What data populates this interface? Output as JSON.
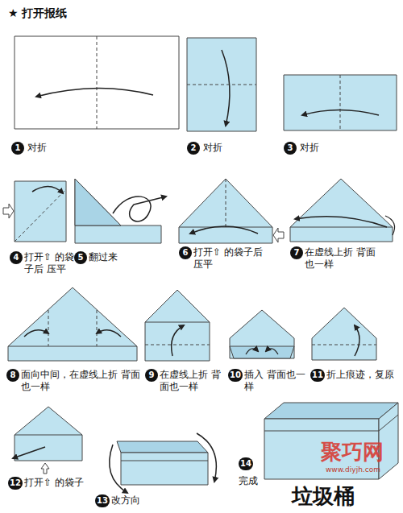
{
  "diagram": {
    "labels": [
      "★ 打开报纸",
      "1",
      "对折",
      "2",
      "对折",
      "3",
      "对折",
      "4",
      "打开⇧ 的袋子后 压平",
      "5",
      "翻过来",
      "6",
      "打开⇧ 的袋子后 压平",
      "7",
      "在虚线上折 背面也一样",
      "8",
      "面向中间，在虚线上折 背面也一样",
      "9",
      "在虚线上折 背面也一样",
      "10",
      "插入 背面也一样",
      "11",
      "折上痕迹，复原",
      "12",
      "打开⇧ 的袋子",
      "13",
      "改方向",
      "14",
      "完成",
      "垃圾桶",
      "聚巧网",
      "www.diyjh.com"
    ]
  }
}
